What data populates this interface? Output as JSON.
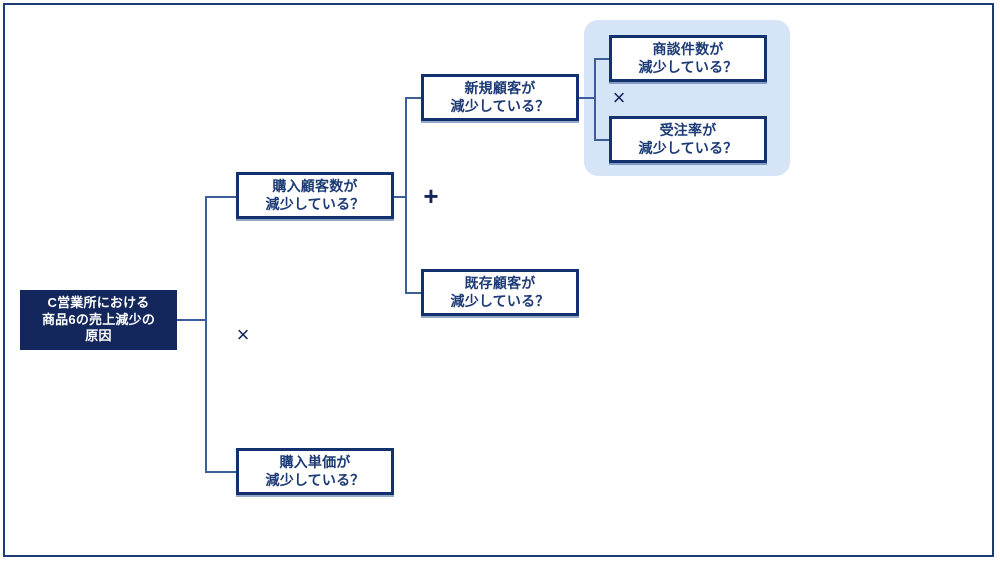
{
  "diagram": {
    "type": "logic-tree",
    "colors": {
      "root_fill": "#13275c",
      "box_border": "#13316e",
      "box_text": "#1c3a75",
      "connector": "#3c5f99",
      "highlight_panel": "#d6e4f7",
      "frame": "#1b3d73",
      "background": "#ffffff"
    },
    "root": {
      "label": "C営業所における\n商品6の売上減少の\n原因"
    },
    "level1": [
      {
        "label": "購入顧客数が\n減少している？"
      },
      {
        "label": "購入単価が\n減少している？"
      }
    ],
    "level2": [
      {
        "label": "新規顧客が\n減少している？"
      },
      {
        "label": "既存顧客が\n減少している？"
      }
    ],
    "level3": [
      {
        "label": "商談件数が\n減少している？"
      },
      {
        "label": "受注率が\n減少している？"
      }
    ],
    "operators": {
      "root_split": "×",
      "customer_split": "+",
      "new_customer_split": "×"
    }
  }
}
